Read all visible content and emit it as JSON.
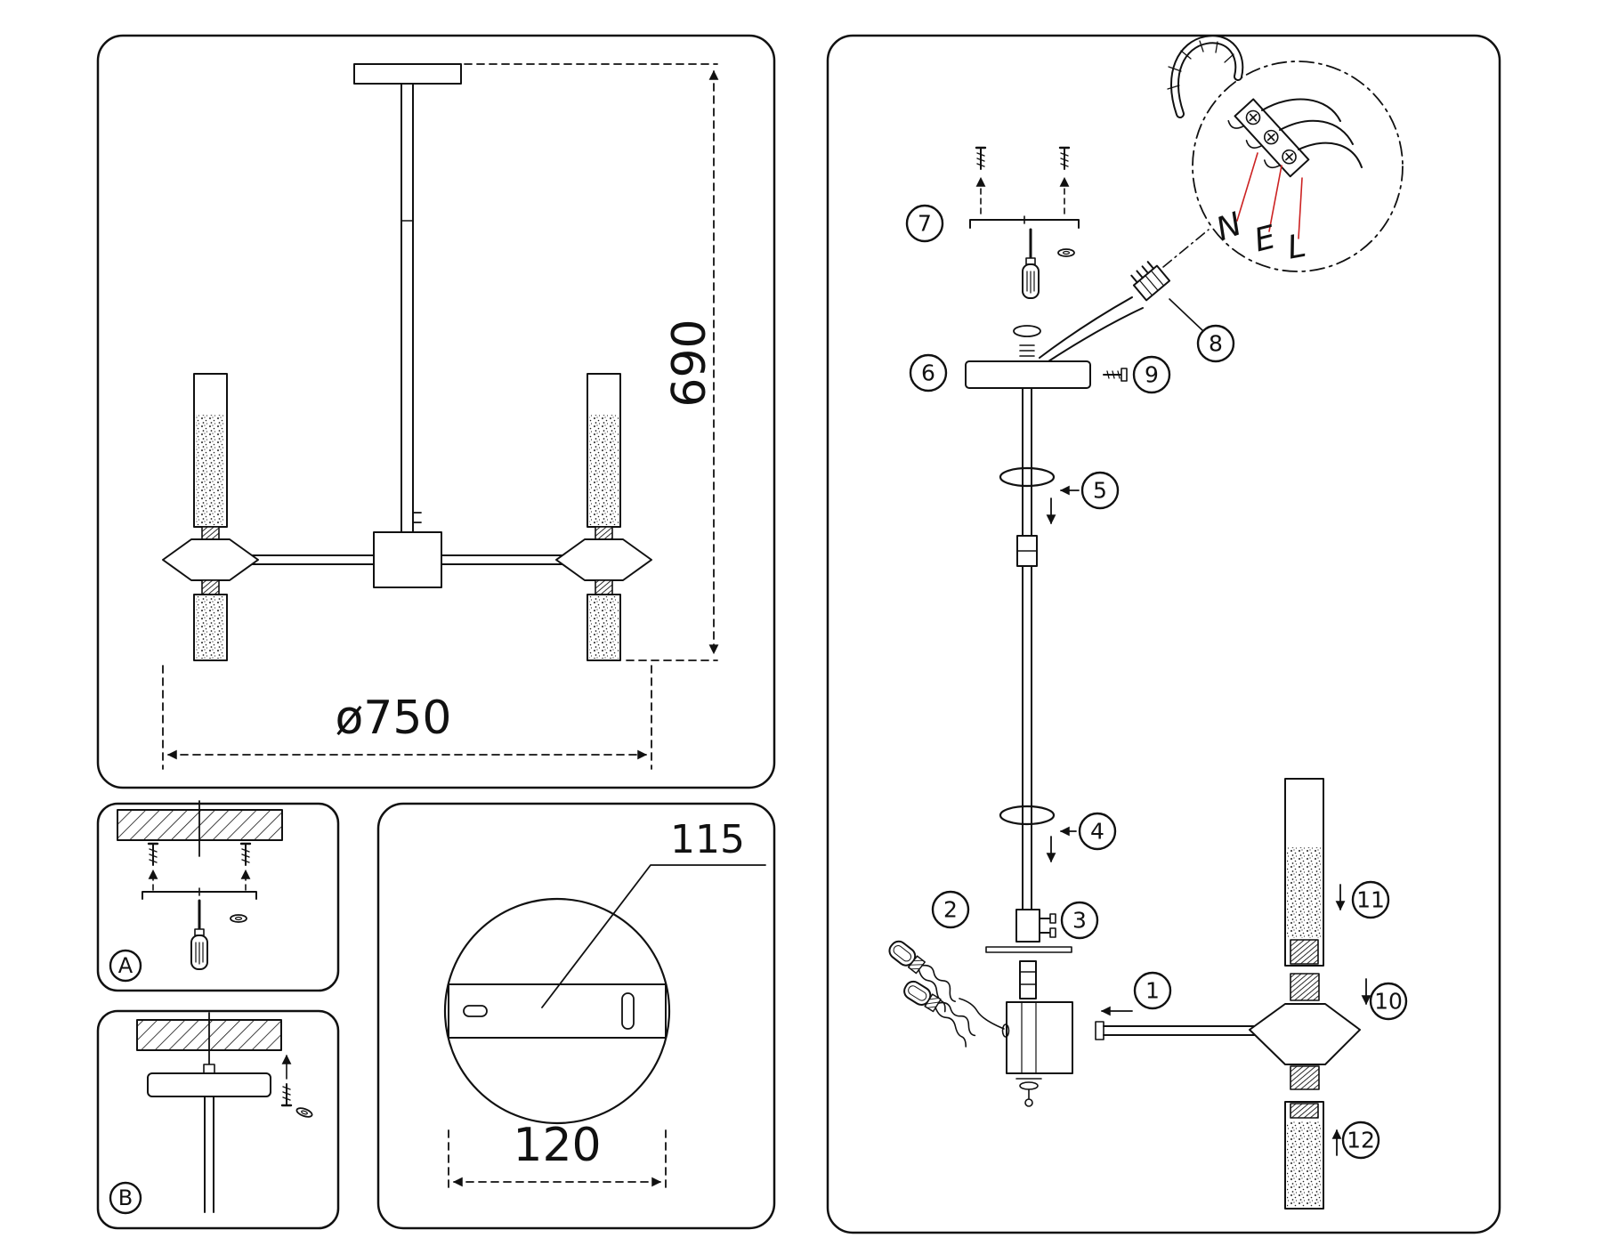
{
  "sheet": {
    "background": "#ffffff",
    "line_color": "#111111",
    "accent_color": "#cc2222"
  },
  "overview_panel": {
    "height_dimension": "690",
    "diameter_dimension": "ø750"
  },
  "anchor_panel": {
    "label": "A"
  },
  "canopy_panel": {
    "label": "B"
  },
  "plate_panel": {
    "hole_spacing_dimension": "115",
    "plate_width_dimension": "120"
  },
  "assembly_panel": {
    "steps": [
      "1",
      "2",
      "3",
      "4",
      "5",
      "6",
      "7",
      "8",
      "9",
      "10",
      "11",
      "12"
    ],
    "wiring": {
      "neutral": "N",
      "earth": "E",
      "line": "L"
    }
  }
}
